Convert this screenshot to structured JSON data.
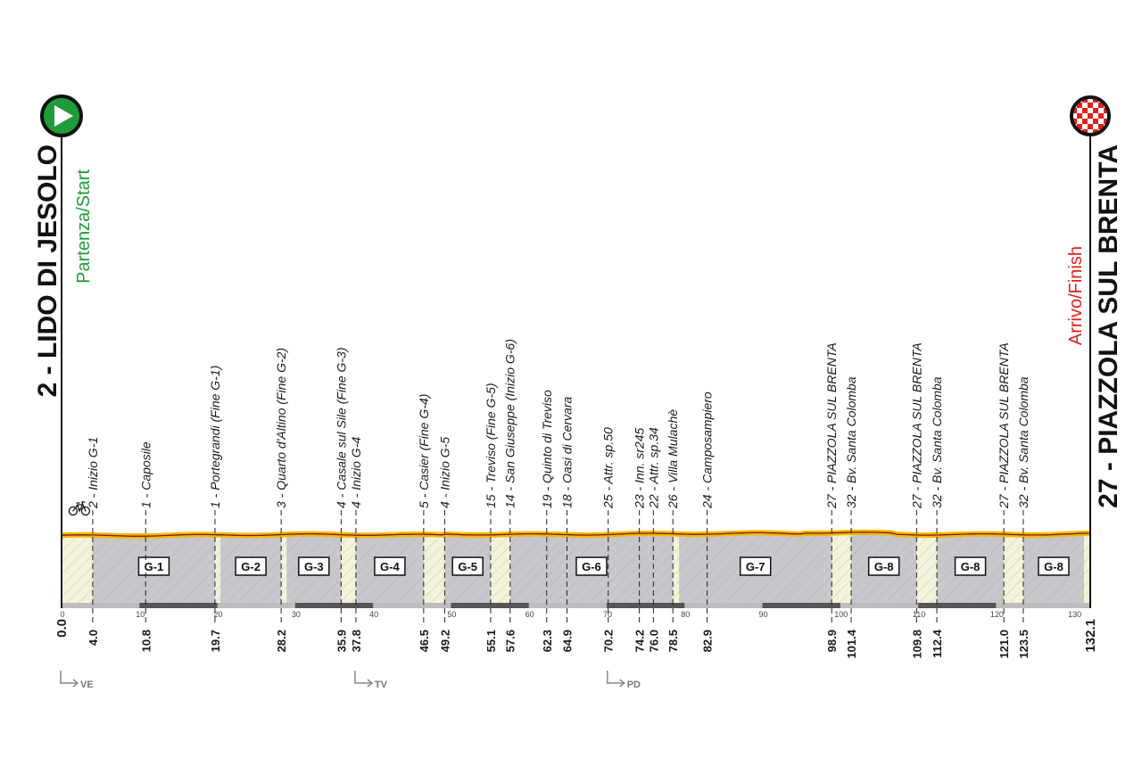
{
  "start": {
    "name": "2 - LIDO DI JESOLO",
    "label": "Partenza/Start",
    "km": "0.0",
    "icon": "start-play-icon",
    "color": "#1f9b3a"
  },
  "finish": {
    "name": "27 - PIAZZOLA SUL BRENTA",
    "label": "Arrivo/Finish",
    "km": "132.1",
    "icon": "checkered-flag-icon",
    "color": "#e0201b"
  },
  "route_line_color": "#f2b705",
  "total_km": 132.1,
  "axis_ticks": [
    "0",
    "10",
    "20",
    "30",
    "40",
    "50",
    "60",
    "70",
    "80",
    "90",
    "100",
    "110",
    "120",
    "130"
  ],
  "waypoints": [
    {
      "km": 4.0,
      "km_label": "4.0",
      "name": "2 - Inizio G-1"
    },
    {
      "km": 10.8,
      "km_label": "10.8",
      "name": "1 - Caposile"
    },
    {
      "km": 19.7,
      "km_label": "19.7",
      "name": "1 - Portegrandi (Fine G-1)"
    },
    {
      "km": 28.2,
      "km_label": "28.2",
      "name": "3 - Quarto d'Altino (Fine G-2)"
    },
    {
      "km": 35.9,
      "km_label": "35.9",
      "name": "4 - Casale sul Sile (Fine G-3)"
    },
    {
      "km": 37.8,
      "km_label": "37.8",
      "name": "4 - Inizio G-4"
    },
    {
      "km": 46.5,
      "km_label": "46.5",
      "name": "5 - Casier (Fine G-4)"
    },
    {
      "km": 49.2,
      "km_label": "49.2",
      "name": "4 - Inizio G-5"
    },
    {
      "km": 55.1,
      "km_label": "55.1",
      "name": "15 - Treviso (Fine G-5)"
    },
    {
      "km": 57.6,
      "km_label": "57.6",
      "name": "14 - San Giuseppe (Inizio G-6)"
    },
    {
      "km": 62.3,
      "km_label": "62.3",
      "name": "19 - Quinto di Treviso"
    },
    {
      "km": 64.9,
      "km_label": "64.9",
      "name": "18 - Oasi di Cervara"
    },
    {
      "km": 70.2,
      "km_label": "70.2",
      "name": "25 - Attr. sp.50"
    },
    {
      "km": 74.2,
      "km_label": "74.2",
      "name": "23 - Inn. sr245"
    },
    {
      "km": 76.0,
      "km_label": "76.0",
      "name": "22 - Attr. sp.34"
    },
    {
      "km": 78.5,
      "km_label": "78.5",
      "name": "26 - Villa Mulachè"
    },
    {
      "km": 82.9,
      "km_label": "82.9",
      "name": "24 - Camposampiero"
    },
    {
      "km": 98.9,
      "km_label": "98.9",
      "name": "27 - PIAZZOLA SUL BRENTA"
    },
    {
      "km": 101.4,
      "km_label": "101.4",
      "name": "32 - Bv. Santa Colomba"
    },
    {
      "km": 109.8,
      "km_label": "109.8",
      "name": "27 - PIAZZOLA SUL BRENTA"
    },
    {
      "km": 112.4,
      "km_label": "112.4",
      "name": "32 - Bv. Santa Colomba"
    },
    {
      "km": 121.0,
      "km_label": "121.0",
      "name": "27 - PIAZZOLA SUL BRENTA"
    },
    {
      "km": 123.5,
      "km_label": "123.5",
      "name": "32 - Bv. Santa Colomba"
    }
  ],
  "sectors": [
    {
      "label": "G-1",
      "from_km": 4.0,
      "to_km": 19.7
    },
    {
      "label": "G-2",
      "from_km": 20.4,
      "to_km": 28.2
    },
    {
      "label": "G-3",
      "from_km": 28.9,
      "to_km": 35.9
    },
    {
      "label": "G-4",
      "from_km": 37.8,
      "to_km": 46.5
    },
    {
      "label": "G-5",
      "from_km": 49.2,
      "to_km": 55.1
    },
    {
      "label": "G-6",
      "from_km": 57.6,
      "to_km": 78.5
    },
    {
      "label": "G-7",
      "from_km": 79.3,
      "to_km": 98.9
    },
    {
      "label": "G-8",
      "from_km": 101.4,
      "to_km": 109.8
    },
    {
      "label": "G-8",
      "from_km": 112.4,
      "to_km": 121.0
    },
    {
      "label": "G-8",
      "from_km": 123.5,
      "to_km": 131.3
    }
  ],
  "provinces": [
    {
      "code": "VE",
      "km": 0.0
    },
    {
      "code": "TV",
      "km": 37.8
    },
    {
      "code": "PD",
      "km": 70.2
    }
  ],
  "bike_marker": {
    "icon": "bicycle-icon",
    "km": 4.0
  }
}
